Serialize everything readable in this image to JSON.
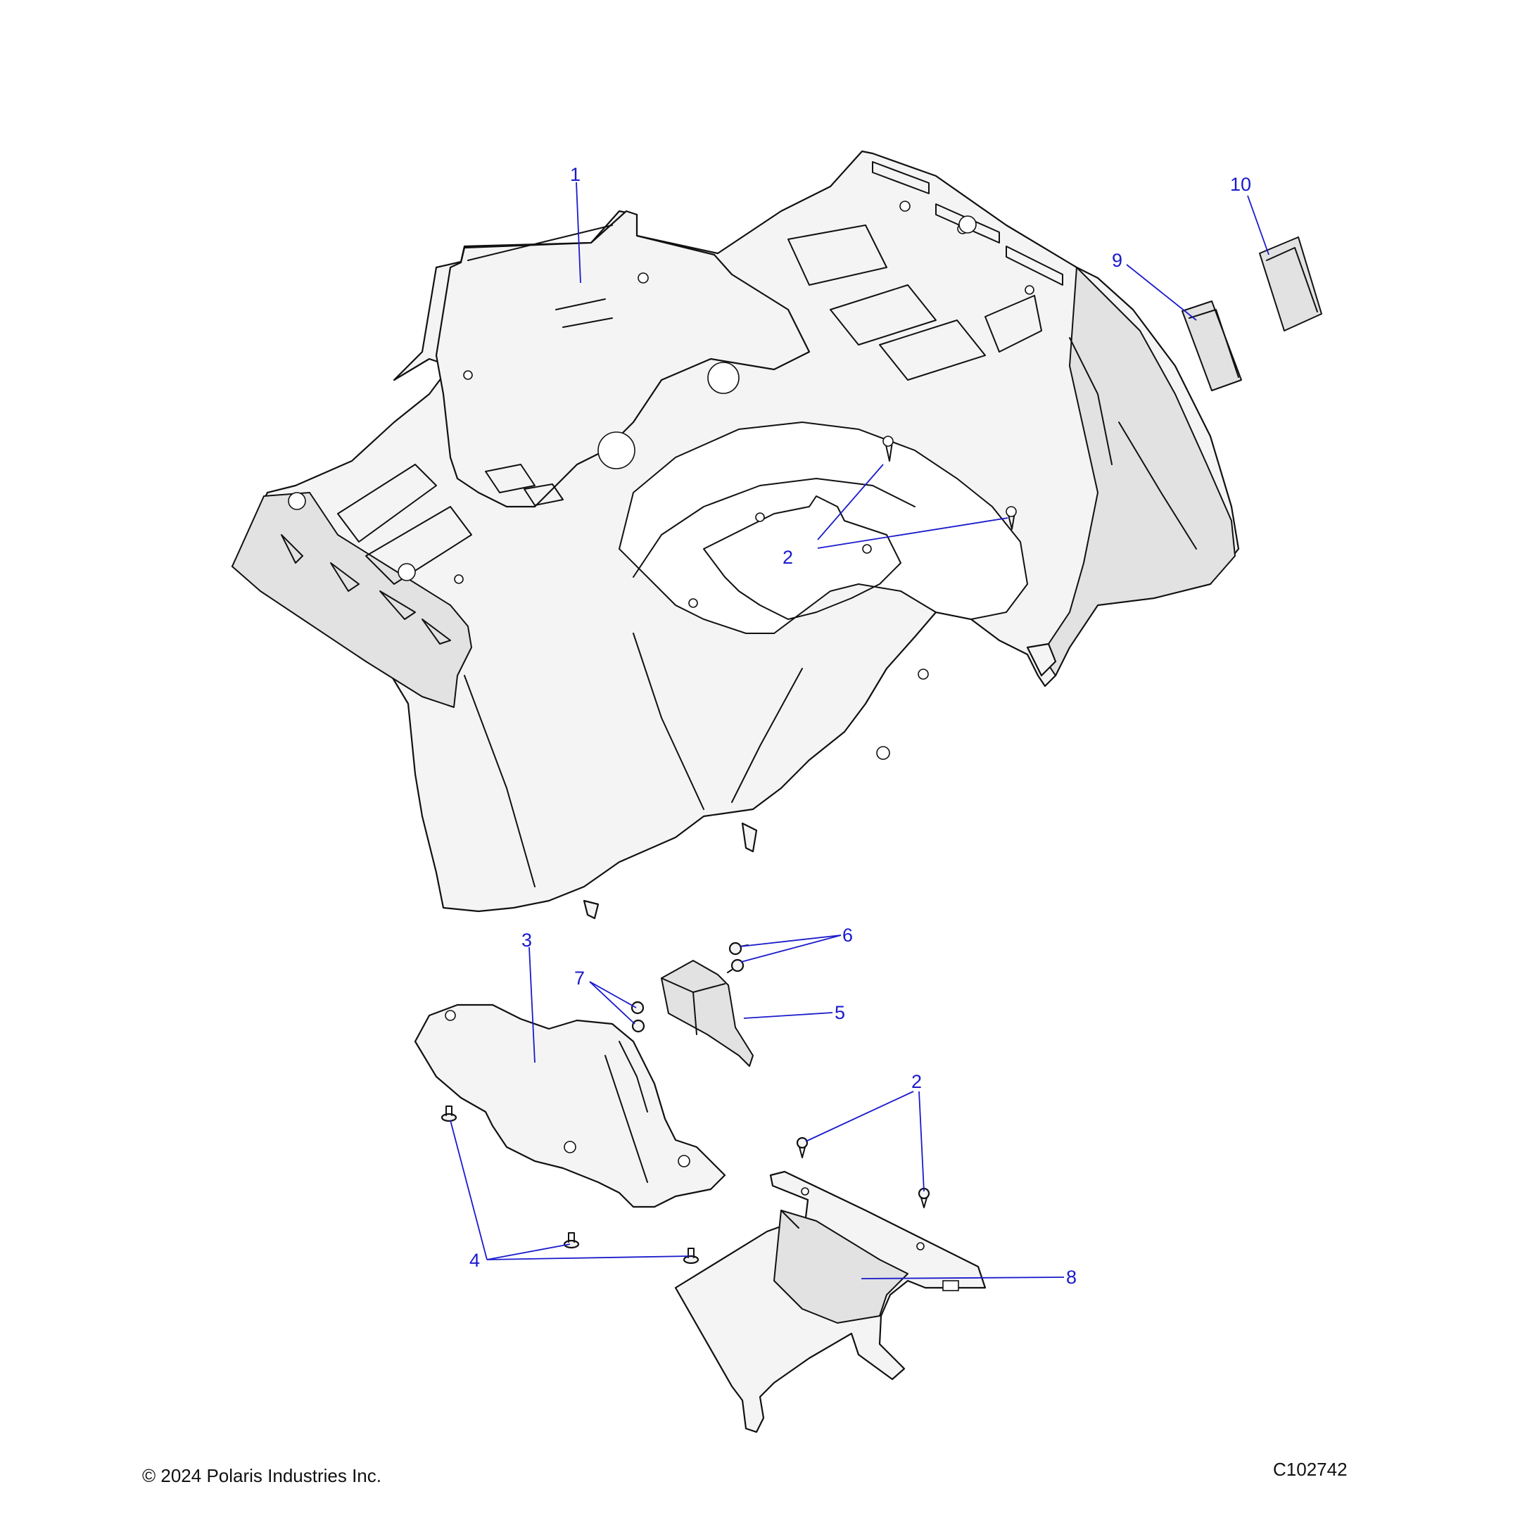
{
  "diagram": {
    "callouts": {
      "c1": "1",
      "c2_top": "2",
      "c2_bottom": "2",
      "c3": "3",
      "c4": "4",
      "c5": "5",
      "c6": "6",
      "c7": "7",
      "c8": "8",
      "c9": "9",
      "c10": "10"
    }
  },
  "footer": {
    "copyright": "© 2024 Polaris Industries Inc.",
    "figure_id": "C102742"
  },
  "colors": {
    "callout": "#1a1acc",
    "line": "#111111",
    "part_fill": "#f4f4f4"
  }
}
